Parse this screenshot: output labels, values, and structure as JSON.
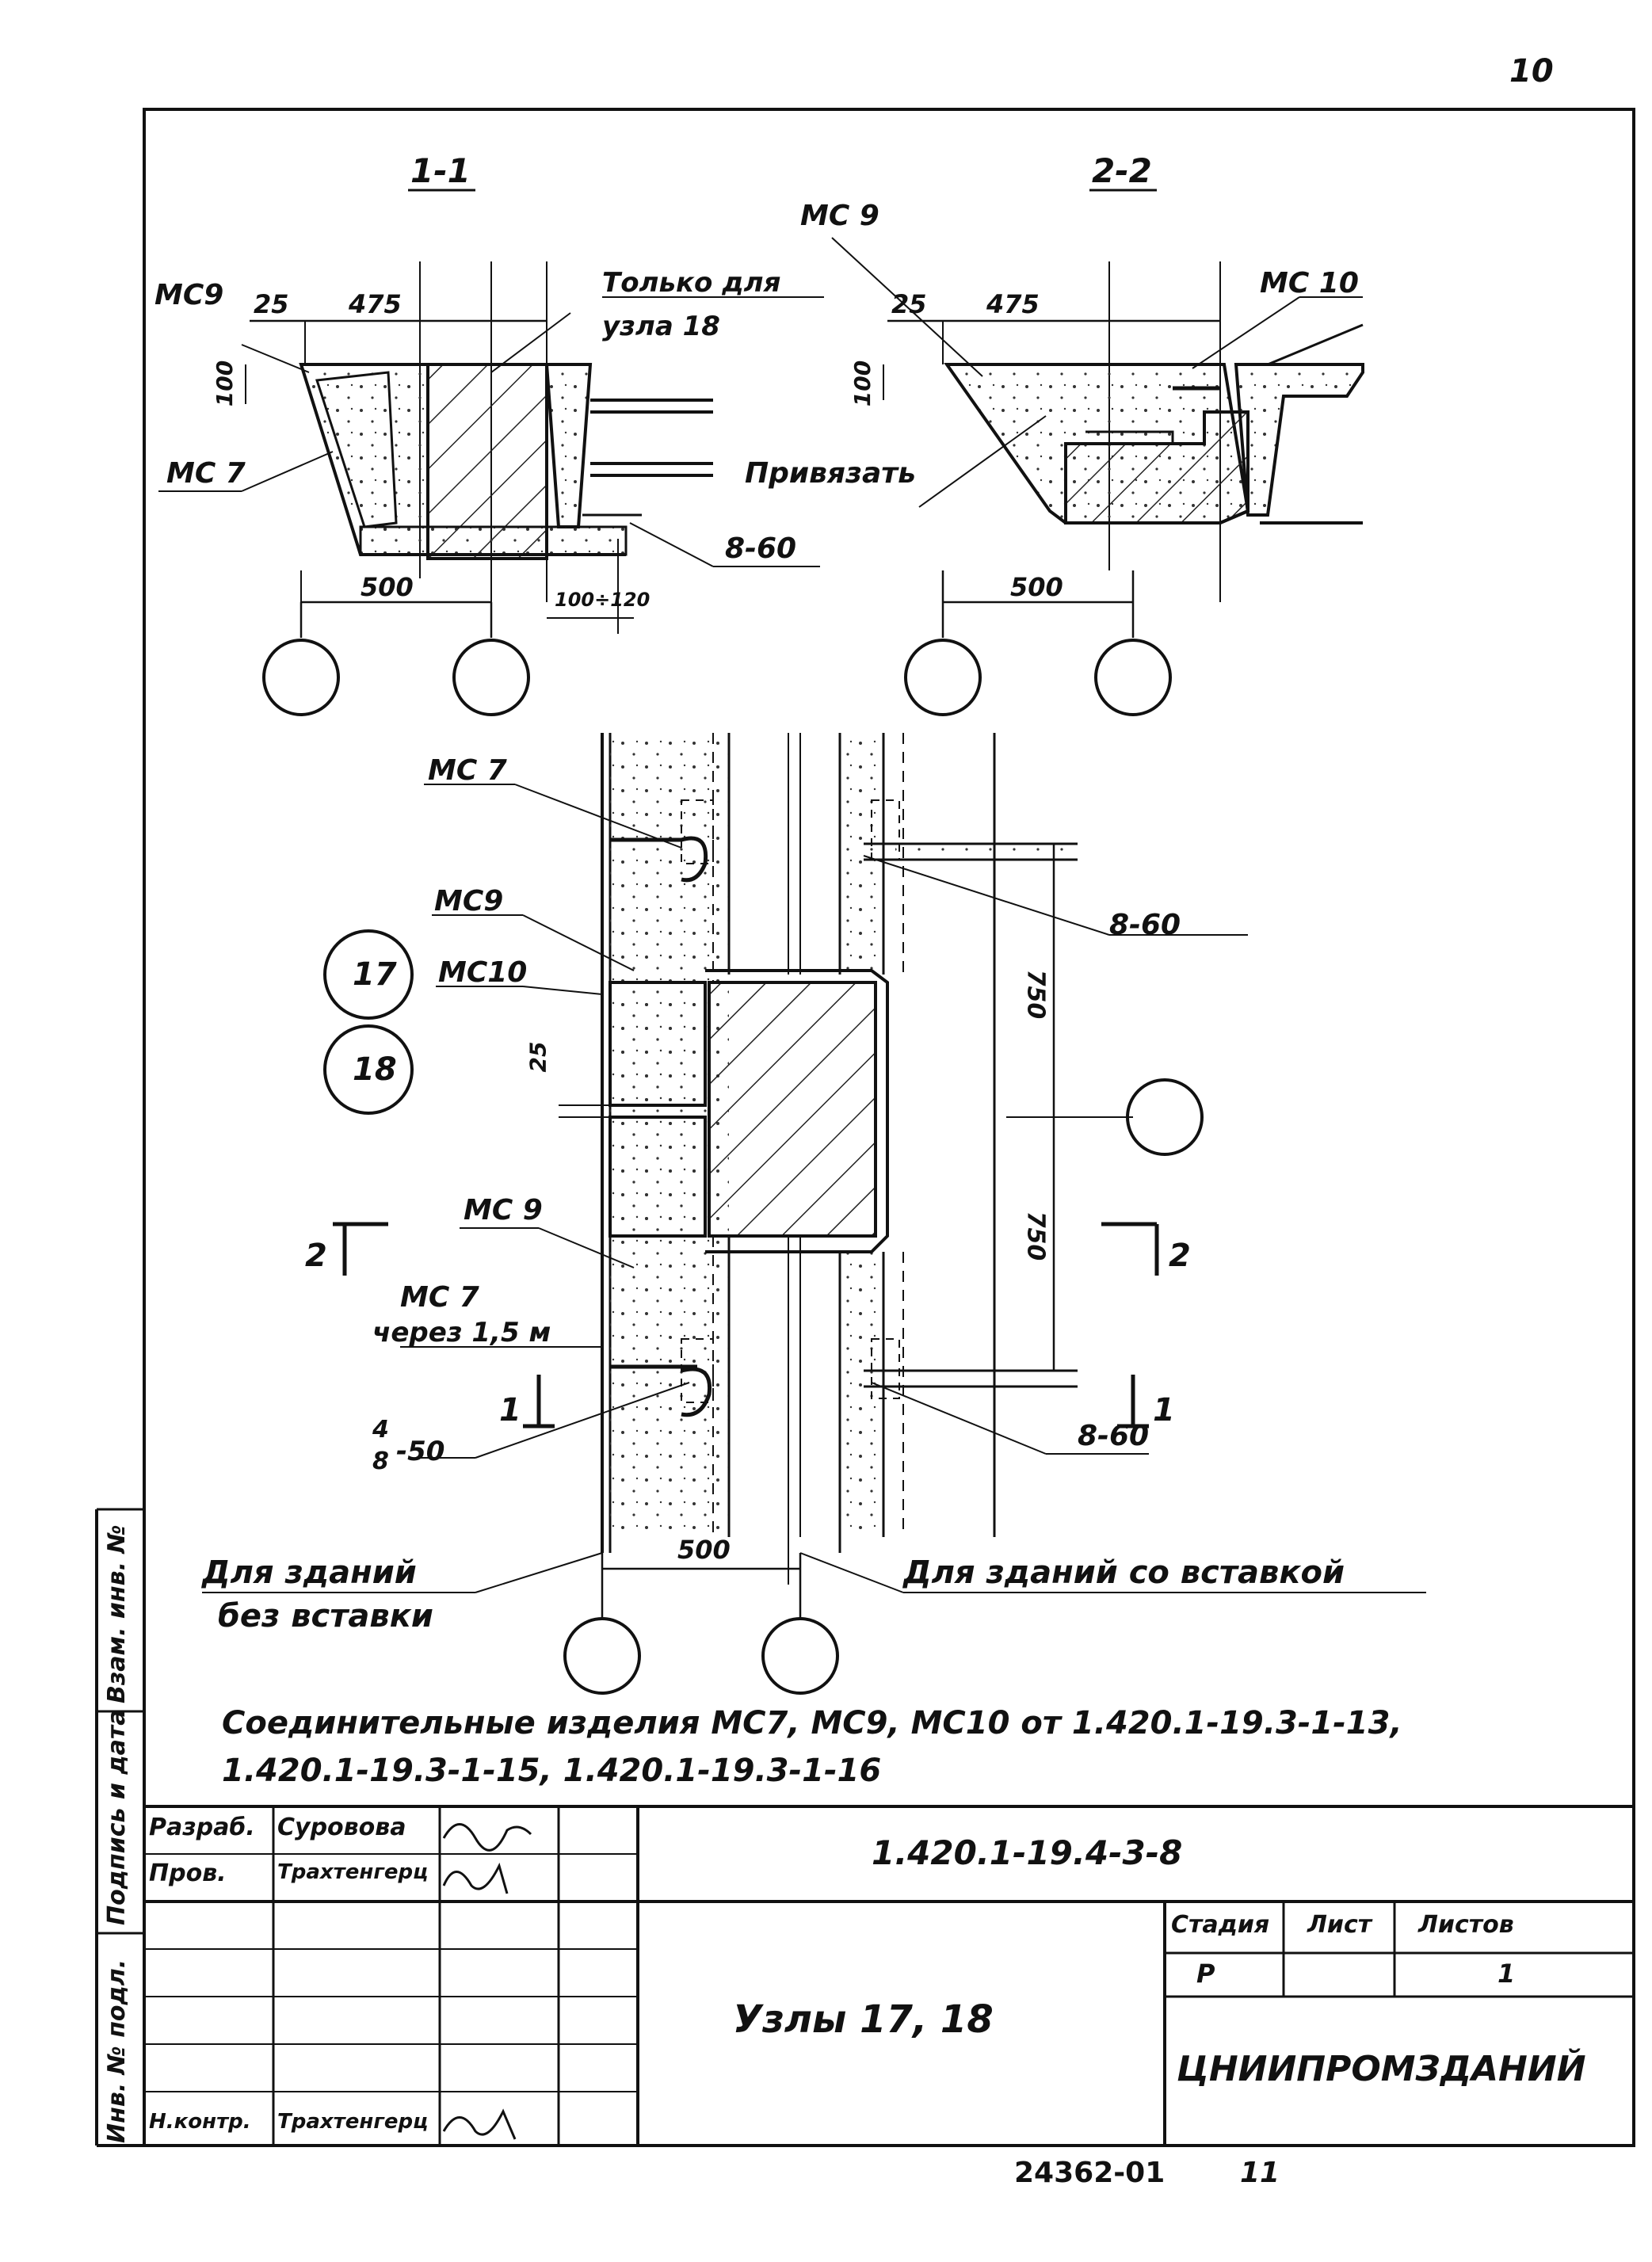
{
  "sheet": {
    "page_number": "10",
    "footer_code": "24362-01",
    "footer_number": "11"
  },
  "section_1": {
    "title": "1-1",
    "labels": {
      "mc9": "МС9",
      "mc7": "МС 7",
      "dim_25": "25",
      "dim_475": "475",
      "dim_100": "100",
      "dim_500": "500",
      "dim_100_120": "100÷120",
      "note_line1": "Только для",
      "note_line2": "узла 18",
      "bolt": "8-60"
    }
  },
  "section_2": {
    "title": "2-2",
    "labels": {
      "mc9": "МС 9",
      "mc10": "МС 10",
      "dim_25": "25",
      "dim_475": "475",
      "dim_100": "100",
      "dim_500": "500",
      "weld": "Привязать"
    }
  },
  "plan": {
    "node_17": "17",
    "node_18": "18",
    "labels": {
      "mc7_top": "МС 7",
      "mc9_top": "МС9",
      "mc10": "МС10",
      "dim_25": "25",
      "mc9_bottom": "МС 9",
      "mc7_bottom": "МС 7",
      "mc7_note": "через 1,5 м",
      "bolt_top": "8-60",
      "bolt_bottom": "8-60",
      "bolt_fraction_top": "4",
      "bolt_fraction_bottom": "8",
      "bolt_fraction_suffix": "-50",
      "dim_750_top": "750",
      "dim_750_bottom": "750",
      "dim_500": "500",
      "cut_2_left": "2",
      "cut_2_right": "2",
      "cut_1_left": "1",
      "cut_1_right": "1",
      "left_caption_line1": "Для зданий",
      "left_caption_line2": "без вставки",
      "right_caption": "Для зданий со вставкой"
    }
  },
  "note": {
    "line1": "Соединительные изделия МС7, МС9, МС10 от 1.420.1-19.3-1-13,",
    "line2": "1.420.1-19.3-1-15, 1.420.1-19.3-1-16"
  },
  "title_block": {
    "designation": "1.420.1-19.4-3-8",
    "title": "Узлы 17, 18",
    "organization": "ЦНИИПРОМЗДАНИЙ",
    "rows": [
      {
        "role": "Разраб.",
        "name": "Суровова",
        "sign": "Сур"
      },
      {
        "role": "Пров.",
        "name": "Трахтенгерц",
        "sign": "Тр"
      },
      {
        "role": "Н.контр.",
        "name": "Трахтенгерц",
        "sign": "Тр"
      }
    ],
    "stage_header": "Стадия",
    "sheet_header": "Лист",
    "sheets_header": "Листов",
    "stage_value": "Р",
    "sheets_value": "1"
  },
  "side_stamp": {
    "inv_no": "Инв. № подл.",
    "sign_date": "Подпись и дата",
    "inv_replace": "Взам. инв. №"
  }
}
